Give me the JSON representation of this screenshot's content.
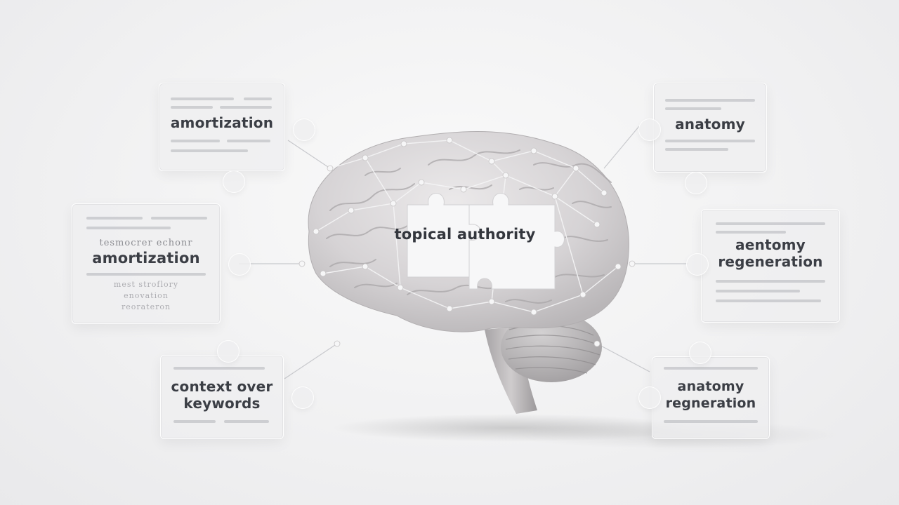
{
  "center": {
    "label": "topical authority"
  },
  "cards": {
    "top_left": {
      "title": "amortization"
    },
    "mid_left": {
      "subtitle": "tesmocrer echonr",
      "title": "amortization",
      "sub1": "mest stroflory",
      "sub2": "enovation",
      "sub3": "reorateron"
    },
    "bottom_left": {
      "line1": "context over",
      "line2": "keywords"
    },
    "top_right": {
      "title": "anatomy"
    },
    "mid_right": {
      "line1": "aentomy",
      "line2": "regeneration"
    },
    "bottom_right": {
      "line1": "anatomy",
      "line2": "regneration"
    }
  },
  "colors": {
    "background": "#f1f1f2",
    "brain": "#d7d5d6",
    "text": "#3b3e45"
  }
}
